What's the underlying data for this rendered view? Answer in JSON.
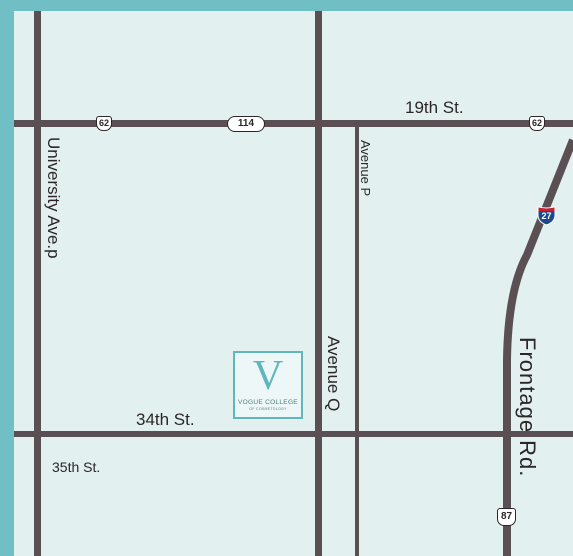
{
  "colors": {
    "map_bg": "#e2f0f0",
    "frame": "#6fbfc4",
    "road": "#5a5054",
    "logo_accent": "#5fb7bd",
    "interstate_blue": "#1e4a8c",
    "interstate_red": "#c8202e"
  },
  "streets": {
    "nineteenth": "19th St.",
    "thirty_fourth": "34th St.",
    "thirty_fifth": "35th St.",
    "university": "University Ave.p",
    "avenue_p": "Avenue P",
    "avenue_q": "Avenue Q",
    "frontage": "Frontage Rd."
  },
  "shields": {
    "us_62": "62",
    "state_114": "114",
    "interstate_27": "27",
    "us_87": "87"
  },
  "logo": {
    "letter": "V",
    "name": "VOGUE COLLEGE",
    "sub": "OF COSMETOLOGY"
  }
}
